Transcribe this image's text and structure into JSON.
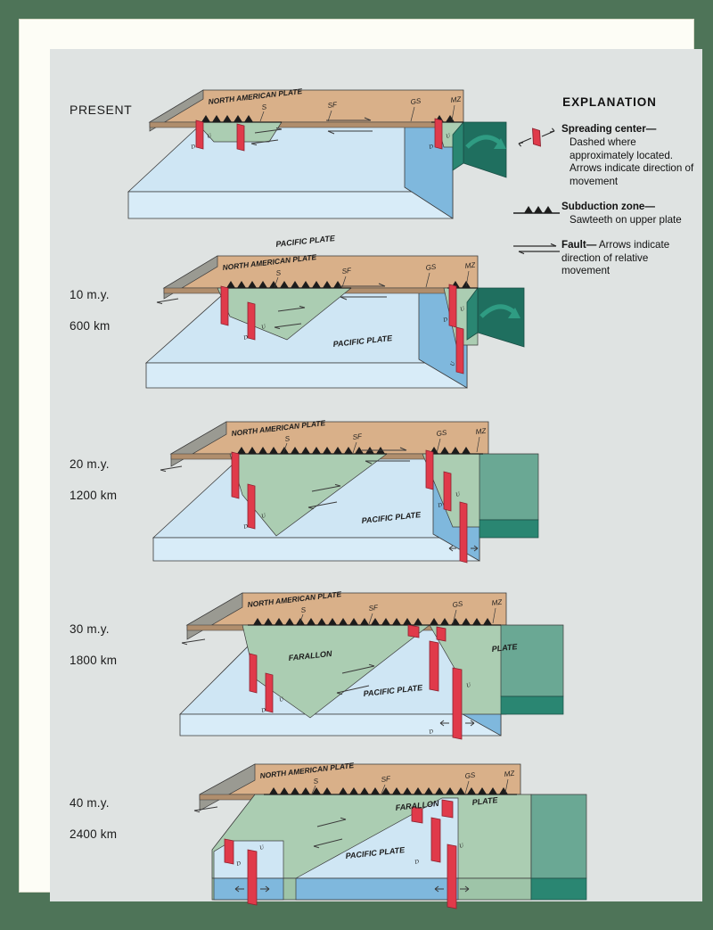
{
  "colors": {
    "border_green": "#4e7458",
    "mat_white": "#fdfdf6",
    "sheet_grey": "#dfe3e2",
    "na_plate_tan": "#d9b089",
    "na_plate_side": "#9a9a92",
    "pacific_top": "#cfe6f4",
    "pacific_side": "#7fb8dd",
    "green_plate": "#abcdb2",
    "green_side": "#5f9e8b",
    "slab_teal": "#1f6f5f",
    "ridge_red": "#e03a4a",
    "outline": "#3a3a3a"
  },
  "explanation": {
    "title": "EXPLANATION",
    "entries": [
      {
        "symbol": "spreading-center-symbol",
        "term": "Spreading center—",
        "detail": "Dashed where approximately located. Arrows indicate direction of movement"
      },
      {
        "symbol": "subduction-zone-symbol",
        "term": "Subduction zone—",
        "detail": "Sawteeth on upper plate"
      },
      {
        "symbol": "fault-symbol",
        "term": "Fault—",
        "detail": "Arrows indicate direction of relative movement"
      }
    ]
  },
  "stages": [
    {
      "id": "present",
      "time_label": "PRESENT",
      "distance_label": "",
      "upper_plate": "NORTH AMERICAN PLATE",
      "ocean_plate": "PACIFIC PLATE",
      "farallon_label": "",
      "farallon_label2": "",
      "ticks": [
        "S",
        "SF",
        "GS",
        "MZ"
      ]
    },
    {
      "id": "ten-my",
      "time_label": "10 m.y.",
      "distance_label": "600 km",
      "upper_plate": "NORTH AMERICAN PLATE",
      "ocean_plate": "PACIFIC PLATE",
      "farallon_label": "",
      "farallon_label2": "",
      "ticks": [
        "S",
        "SF",
        "GS",
        "MZ"
      ]
    },
    {
      "id": "twenty-my",
      "time_label": "20 m.y.",
      "distance_label": "1200 km",
      "upper_plate": "NORTH AMERICAN PLATE",
      "ocean_plate": "PACIFIC PLATE",
      "farallon_label": "",
      "farallon_label2": "",
      "ticks": [
        "S",
        "SF",
        "GS",
        "MZ"
      ]
    },
    {
      "id": "thirty-my",
      "time_label": "30 m.y.",
      "distance_label": "1800 km",
      "upper_plate": "NORTH AMERICAN PLATE",
      "ocean_plate": "PACIFIC PLATE",
      "farallon_label": "FARALLON",
      "farallon_label2": "PLATE",
      "ticks": [
        "S",
        "SF",
        "GS",
        "MZ"
      ]
    },
    {
      "id": "forty-my",
      "time_label": "40 m.y.",
      "distance_label": "2400 km",
      "upper_plate": "NORTH AMERICAN PLATE",
      "ocean_plate": "PACIFIC PLATE",
      "farallon_label": "FARALLON",
      "farallon_label2": "PLATE",
      "ticks": [
        "S",
        "SF",
        "GS",
        "MZ"
      ]
    }
  ]
}
